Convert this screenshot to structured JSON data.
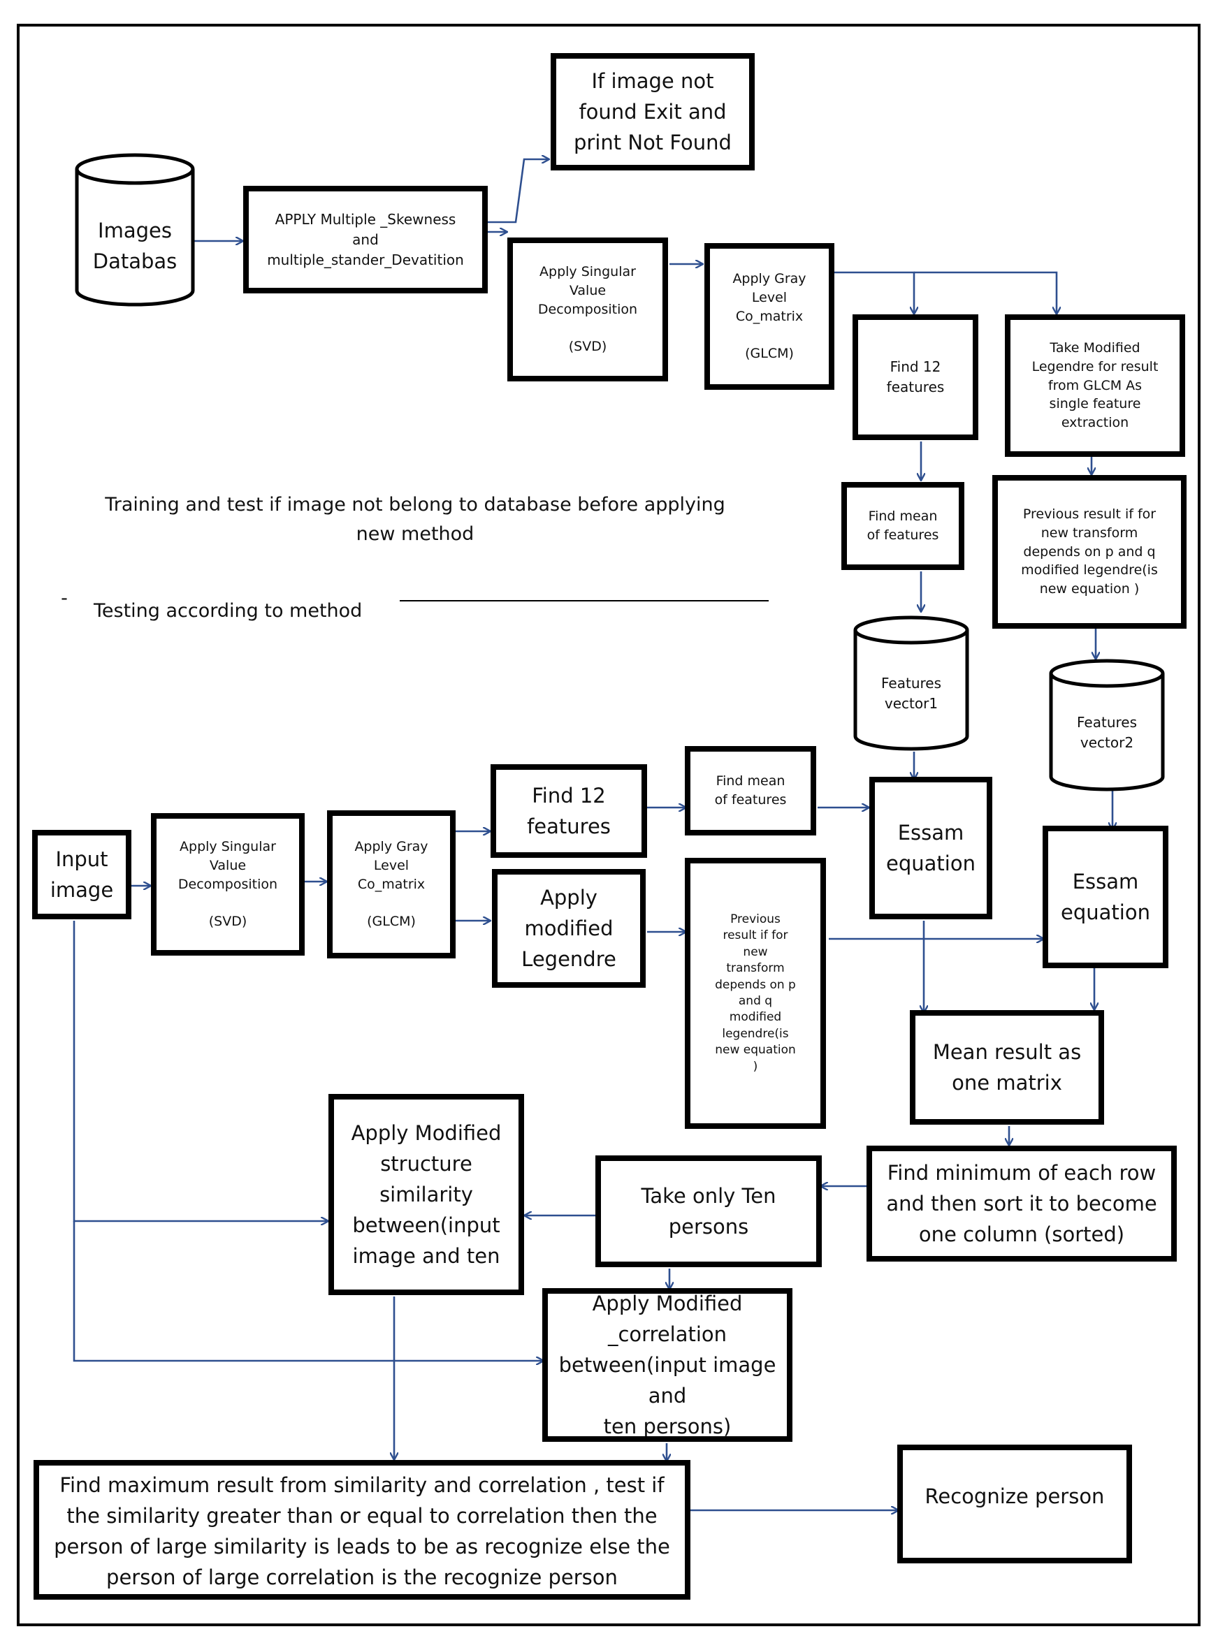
{
  "stroke_color": "#000000",
  "arrow_color": "#2e4f8f",
  "nodes": {
    "images_db": "Images\nDatabas",
    "apply_skewness": "APPLY Multiple _Skewness\nand\nmultiple_stander_Devatition",
    "not_found": "If image not\nfound Exit and\nprint Not Found",
    "svd_train": "Apply Singular\nValue\nDecomposition\n\n(SVD)",
    "glcm_train": "Apply Gray\nLevel\nCo_matrix\n\n(GLCM)",
    "find12_train": "Find 12\nfeatures",
    "legendre_train": "Take Modified\nLegendre for result\nfrom GLCM As\nsingle feature\nextraction",
    "mean_train": "Find mean\nof features",
    "prev_result_train": "Previous result if for\nnew transform\ndepends on p and q\nmodified legendre(is\nnew equation )",
    "features_vector1": "Features\nvector1",
    "features_vector2": "Features\nvector2",
    "input_image": "Input\nimage",
    "svd_test": "Apply Singular\nValue\nDecomposition\n\n(SVD)",
    "glcm_test": "Apply Gray\nLevel\nCo_matrix\n\n(GLCM)",
    "find12_test": "Find 12\nfeatures",
    "mean_test": "Find mean\nof features",
    "essam1": "Essam\nequation",
    "essam2": "Essam\nequation",
    "apply_legendre_test": "Apply\nmodified\nLegendre",
    "prev_result_test": "Previous\nresult if for\nnew\ntransform\ndepends on p\nand q\nmodified\nlegendre(is\nnew equation\n)",
    "mean_result": "Mean result as\none matrix",
    "find_min": "Find minimum of each row\nand then sort it to become\none column (sorted)",
    "take_ten": "Take only Ten\npersons",
    "ssim": "Apply Modified\nstructure\nsimilarity\nbetween(input\nimage and ten",
    "correlation": "Apply Modified\n_correlation\nbetween(input image and\nten persons)",
    "find_max": "Find maximum  result from similarity and correlation , test if\nthe similarity greater than or equal to correlation then the\nperson of large similarity is leads to be as recognize else the\nperson of large correlation is the recognize person",
    "recognize": "Recognize person"
  },
  "notes": {
    "training_note": "Training and test if image not belong to database before applying\nnew method",
    "dash": "-",
    "testing_note": "Testing according to method"
  }
}
